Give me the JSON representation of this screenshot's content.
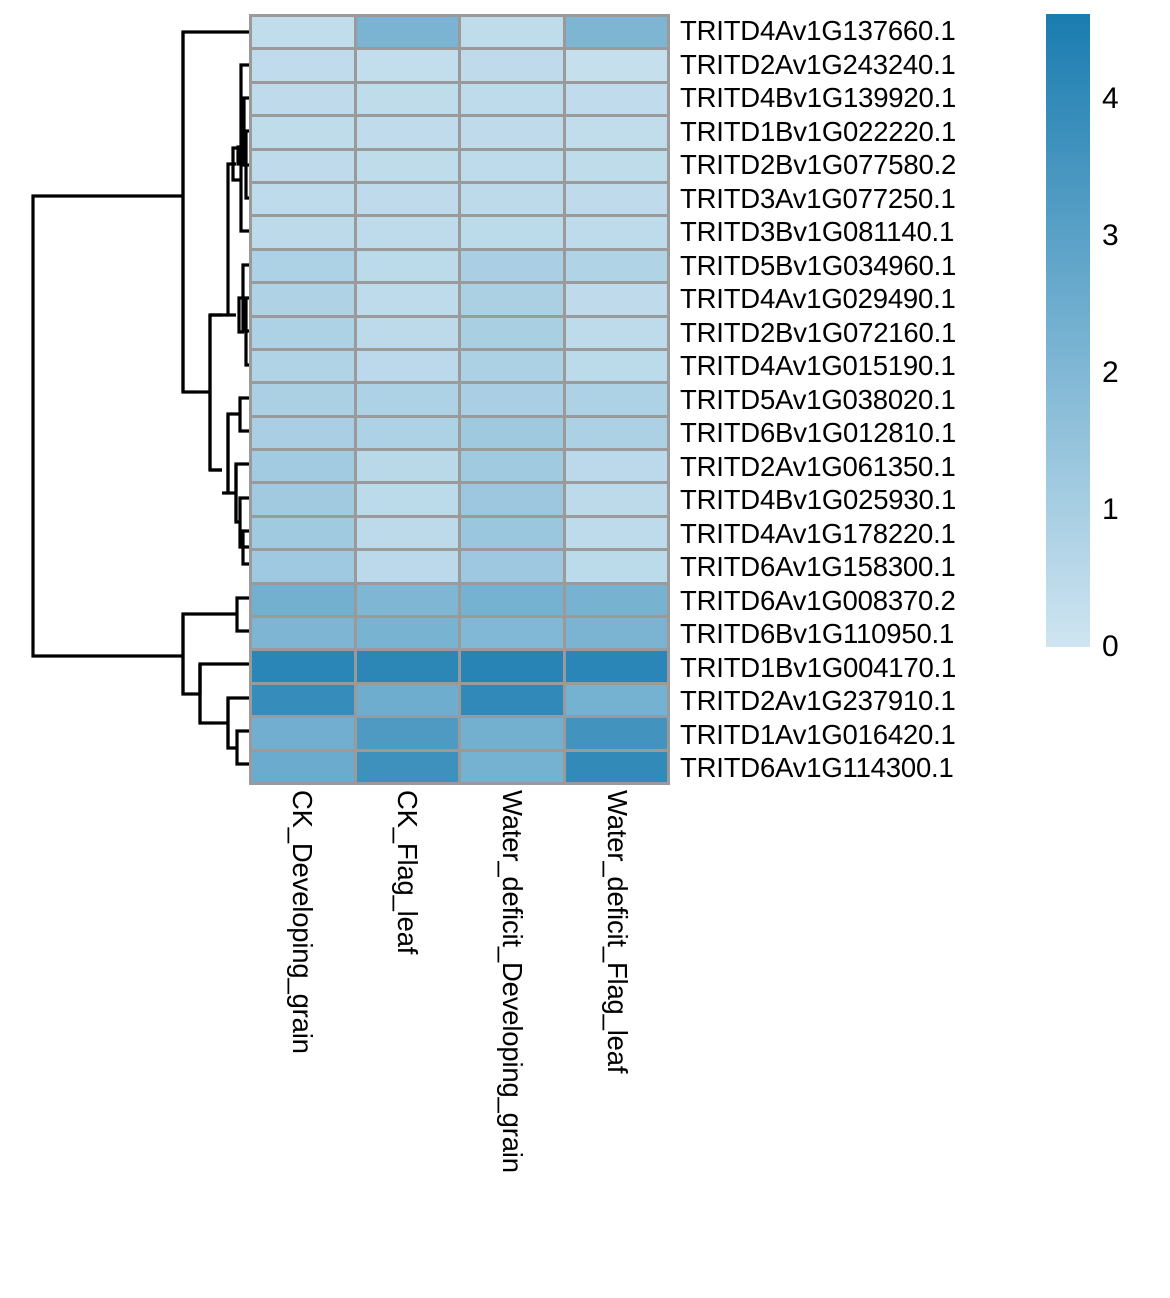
{
  "chart_data": {
    "type": "heatmap",
    "title": "",
    "xlabel": "",
    "ylabel": "",
    "grid": true,
    "legend_position": "right",
    "colormap": {
      "name": "blues-light-to-teal",
      "low_color": "#cfe5f1",
      "high_color": "#1a7cb0",
      "vmin": 0,
      "vmax": 4.62,
      "tick_labels": [
        "0",
        "1",
        "2",
        "3",
        "4"
      ],
      "tick_values": [
        0,
        1,
        2,
        3,
        4
      ]
    },
    "columns": [
      "CK_Developing_grain",
      "CK_Flag_leaf",
      "Water_deficit_Developing_grain",
      "Water_deficit_Flag_leaf"
    ],
    "rows": [
      "TRITD4Av1G137660.1",
      "TRITD2Av1G243240.1",
      "TRITD4Bv1G139920.1",
      "TRITD1Bv1G022220.1",
      "TRITD2Bv1G077580.2",
      "TRITD3Av1G077250.1",
      "TRITD3Bv1G081140.1",
      "TRITD5Bv1G034960.1",
      "TRITD4Av1G029490.1",
      "TRITD2Bv1G072160.1",
      "TRITD4Av1G015190.1",
      "TRITD5Av1G038020.1",
      "TRITD6Bv1G012810.1",
      "TRITD2Av1G061350.1",
      "TRITD4Bv1G025930.1",
      "TRITD4Av1G178220.1",
      "TRITD6Av1G158300.1",
      "TRITD6Av1G008370.2",
      "TRITD6Bv1G110950.1",
      "TRITD1Bv1G004170.1",
      "TRITD2Av1G237910.1",
      "TRITD1Av1G016420.1",
      "TRITD6Av1G114300.1"
    ],
    "values": [
      [
        0.35,
        2.15,
        0.4,
        2.1
      ],
      [
        0.38,
        0.32,
        0.42,
        0.25
      ],
      [
        0.42,
        0.4,
        0.45,
        0.38
      ],
      [
        0.4,
        0.38,
        0.42,
        0.36
      ],
      [
        0.42,
        0.4,
        0.45,
        0.4
      ],
      [
        0.45,
        0.42,
        0.48,
        0.42
      ],
      [
        0.48,
        0.45,
        0.5,
        0.44
      ],
      [
        0.85,
        0.5,
        0.95,
        0.8
      ],
      [
        0.82,
        0.45,
        0.92,
        0.42
      ],
      [
        0.86,
        0.48,
        0.98,
        0.46
      ],
      [
        0.8,
        0.52,
        0.9,
        0.5
      ],
      [
        0.92,
        0.85,
        0.95,
        0.88
      ],
      [
        0.95,
        0.88,
        1.25,
        0.9
      ],
      [
        1.15,
        0.55,
        1.2,
        0.52
      ],
      [
        1.18,
        0.5,
        1.3,
        0.48
      ],
      [
        1.2,
        0.48,
        1.35,
        0.46
      ],
      [
        1.22,
        0.52,
        1.28,
        0.5
      ],
      [
        2.35,
        2.05,
        2.3,
        2.25
      ],
      [
        2.1,
        2.2,
        1.98,
        2.15
      ],
      [
        4.2,
        4.15,
        4.25,
        4.2
      ],
      [
        3.9,
        2.45,
        4.05,
        2.3
      ],
      [
        2.4,
        3.3,
        2.35,
        3.6
      ],
      [
        2.55,
        3.7,
        2.3,
        4.0
      ]
    ],
    "dendrogram": {
      "orientation": "left",
      "line_color": "#000000",
      "description": "Hierarchical clustering of 23 gene rows into two top-level clusters: rows 1-17 and rows 18-23."
    }
  }
}
